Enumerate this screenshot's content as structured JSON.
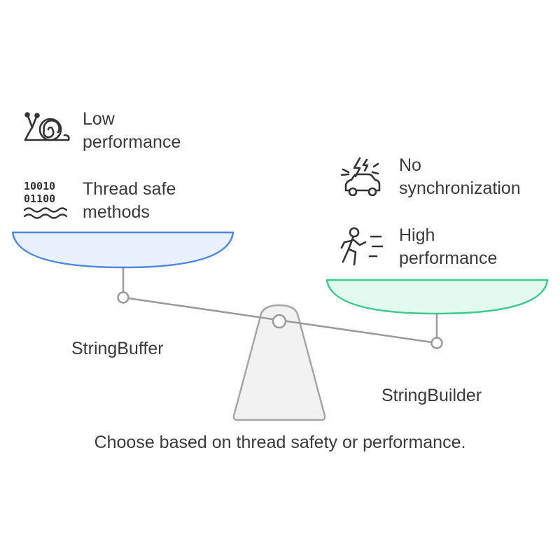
{
  "colors": {
    "left_pan_fill": "#E8F1FD",
    "left_pan_stroke": "#4F86E0",
    "right_pan_fill": "#E3FAEF",
    "right_pan_stroke": "#3DCC8E",
    "fulcrum_fill": "#F2F2F2",
    "fulcrum_stroke": "#A6A6A6",
    "beam_stroke": "#9A9A9A",
    "icon_stroke": "#333333",
    "text": "#3A3A3A"
  },
  "left_side": {
    "name": "StringBuffer",
    "features": [
      {
        "icon": "snail-icon",
        "text": "Low\nperformance"
      },
      {
        "icon": "binary-data-icon",
        "text": "Thread safe\nmethods"
      }
    ]
  },
  "right_side": {
    "name": "StringBuilder",
    "features": [
      {
        "icon": "car-crash-icon",
        "text": "No\nsynchronization"
      },
      {
        "icon": "running-person-icon",
        "text": "High\nperformance"
      }
    ]
  },
  "binary_lines": [
    "10010",
    "01100"
  ],
  "caption": "Choose based on thread safety or performance."
}
